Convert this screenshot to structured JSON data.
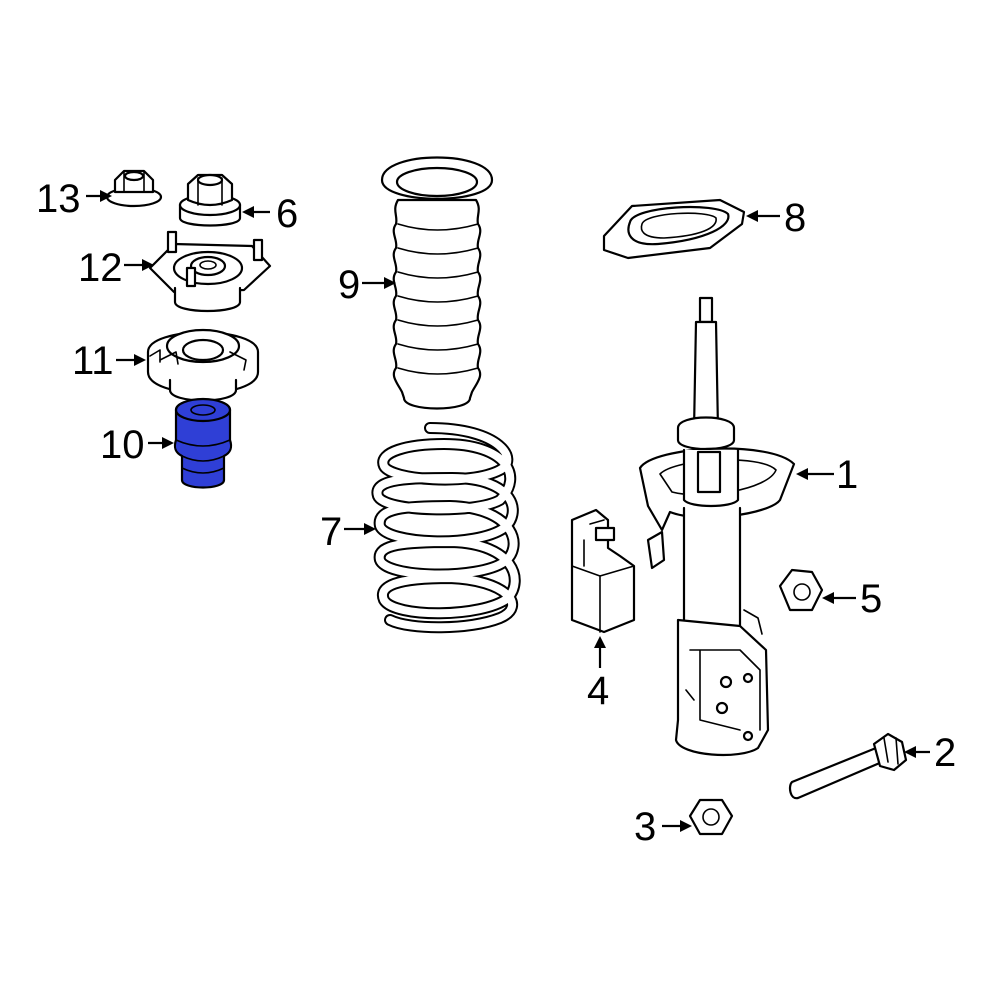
{
  "diagram": {
    "highlight_color": "#2f3fd6",
    "highlighted_part": "10",
    "callouts": [
      {
        "id": "c1",
        "label": "1"
      },
      {
        "id": "c2",
        "label": "2"
      },
      {
        "id": "c3",
        "label": "3"
      },
      {
        "id": "c4",
        "label": "4"
      },
      {
        "id": "c5",
        "label": "5"
      },
      {
        "id": "c6",
        "label": "6"
      },
      {
        "id": "c7",
        "label": "7"
      },
      {
        "id": "c8",
        "label": "8"
      },
      {
        "id": "c9",
        "label": "9"
      },
      {
        "id": "c10",
        "label": "10"
      },
      {
        "id": "c11",
        "label": "11"
      },
      {
        "id": "c12",
        "label": "12"
      },
      {
        "id": "c13",
        "label": "13"
      }
    ]
  }
}
